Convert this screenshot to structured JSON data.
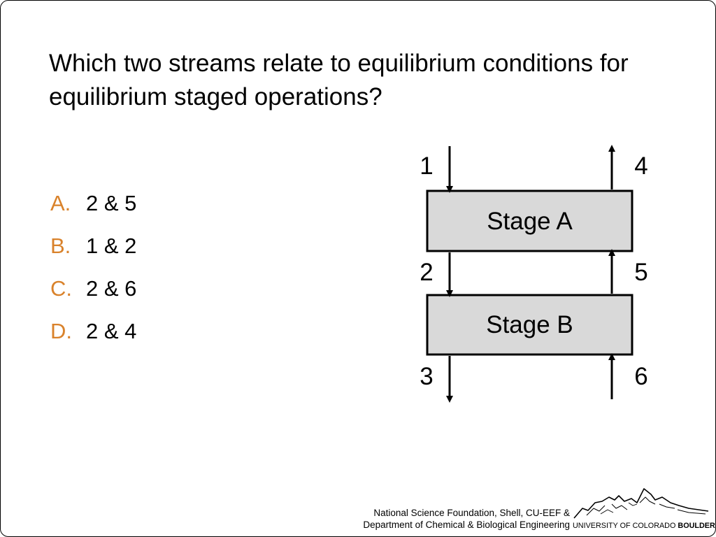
{
  "question": "Which two streams relate to equilibrium conditions for equilibrium staged operations?",
  "options": [
    {
      "letter": "A.",
      "text": "2 & 5"
    },
    {
      "letter": "B.",
      "text": "1 & 2"
    },
    {
      "letter": "C.",
      "text": "2 & 6"
    },
    {
      "letter": "D.",
      "text": "2 & 4"
    }
  ],
  "diagram": {
    "stages": [
      "Stage A",
      "Stage B"
    ],
    "streams": [
      "1",
      "2",
      "3",
      "4",
      "5",
      "6"
    ]
  },
  "footer": {
    "credit_line1": "National Science Foundation, Shell, CU-EEF &",
    "credit_line2": "Department of Chemical & Biological Engineering",
    "university": "UNIVERSITY OF COLORADO",
    "campus": "BOULDER"
  },
  "colors": {
    "option_letter": "#d9822b",
    "stage_fill": "#d9d9d9"
  }
}
